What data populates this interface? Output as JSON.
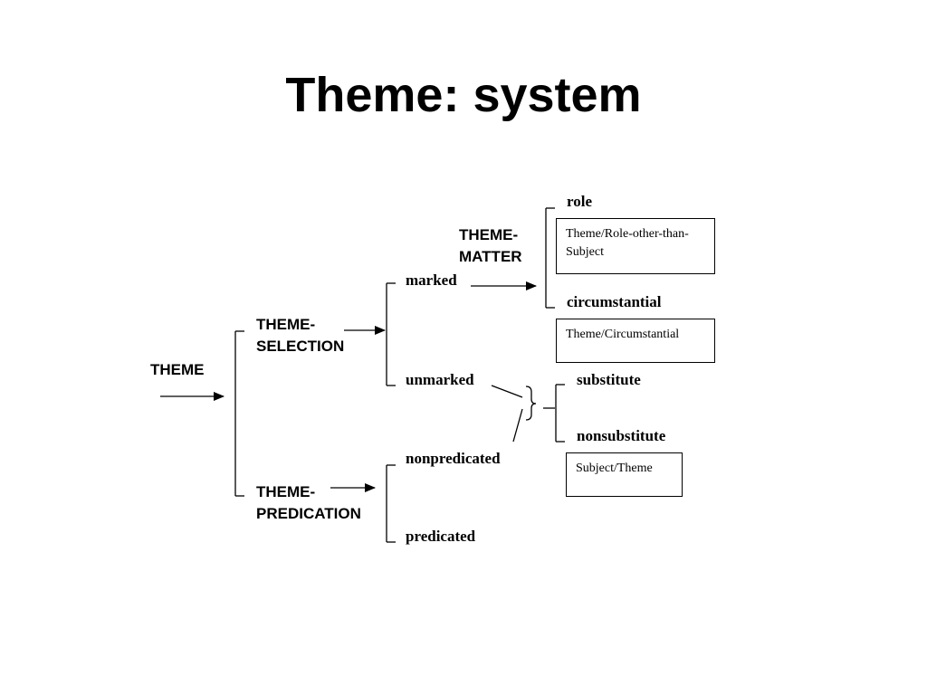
{
  "title": "Theme: system",
  "systems": {
    "theme": "THEME",
    "theme_selection_1": "THEME-",
    "theme_selection_2": "SELECTION",
    "theme_predication_1": "THEME-",
    "theme_predication_2": "PREDICATION",
    "theme_matter_1": "THEME-",
    "theme_matter_2": "MATTER"
  },
  "features": {
    "marked": "marked",
    "unmarked": "unmarked",
    "nonpredicated": "nonpredicated",
    "predicated": "predicated",
    "role": "role",
    "circumstantial": "circumstantial",
    "substitute": "substitute",
    "nonsubstitute": "nonsubstitute"
  },
  "realizations": {
    "role_box": "Theme/Role-other-than-Subject",
    "circumstantial_box": "Theme/Circumstantial",
    "nonsubstitute_box": "Subject/Theme"
  }
}
